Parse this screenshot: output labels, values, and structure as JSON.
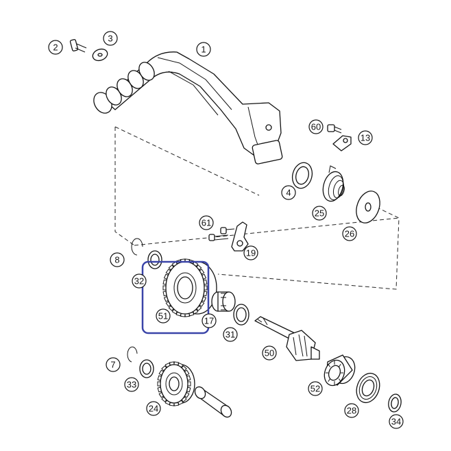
{
  "accent_color": "#3a44a8",
  "callouts": [
    {
      "id": "1",
      "label": "1"
    },
    {
      "id": "2",
      "label": "2"
    },
    {
      "id": "3",
      "label": "3"
    },
    {
      "id": "60",
      "label": "60"
    },
    {
      "id": "13",
      "label": "13"
    },
    {
      "id": "4",
      "label": "4"
    },
    {
      "id": "25",
      "label": "25"
    },
    {
      "id": "26",
      "label": "26"
    },
    {
      "id": "61",
      "label": "61"
    },
    {
      "id": "19",
      "label": "19"
    },
    {
      "id": "8",
      "label": "8"
    },
    {
      "id": "32",
      "label": "32"
    },
    {
      "id": "51",
      "label": "51"
    },
    {
      "id": "17",
      "label": "17"
    },
    {
      "id": "31",
      "label": "31"
    },
    {
      "id": "50",
      "label": "50"
    },
    {
      "id": "7",
      "label": "7"
    },
    {
      "id": "33",
      "label": "33"
    },
    {
      "id": "24",
      "label": "24"
    },
    {
      "id": "52",
      "label": "52"
    },
    {
      "id": "28",
      "label": "28"
    },
    {
      "id": "34",
      "label": "34"
    }
  ],
  "highlighted_part": "51"
}
